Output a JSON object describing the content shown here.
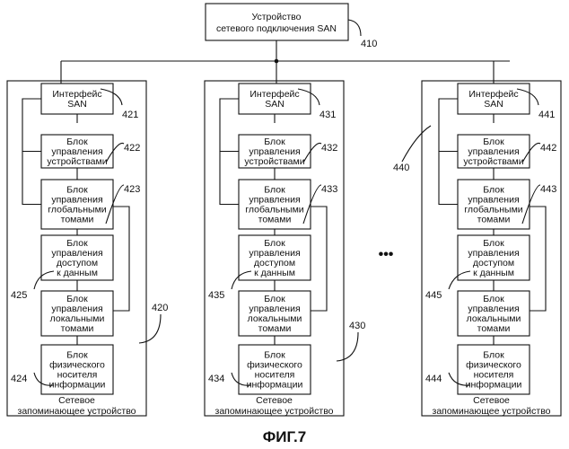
{
  "top_device": {
    "lines": [
      "Устройство",
      "сетевого подключения SAN"
    ],
    "ref": "410"
  },
  "columns": [
    {
      "outer_ref": "420",
      "footer_lines": [
        "Сетевое",
        "запоминающее устройство"
      ],
      "blocks": [
        {
          "lines": [
            "Интерфейс",
            "SAN"
          ],
          "ref": "421"
        },
        {
          "lines": [
            "Блок",
            "управления",
            "устройствами"
          ],
          "ref": "422"
        },
        {
          "lines": [
            "Блок",
            "управления",
            "глобальными",
            "томами"
          ],
          "ref": "423"
        },
        {
          "lines": [
            "Блок",
            "управления",
            "доступом",
            "к данным"
          ],
          "ref": "425"
        },
        {
          "lines": [
            "Блок",
            "управления",
            "локальными",
            "томами"
          ],
          "ref": ""
        },
        {
          "lines": [
            "Блок",
            "физического",
            "носителя",
            "информации"
          ],
          "ref": "424"
        }
      ]
    },
    {
      "outer_ref": "430",
      "footer_lines": [
        "Сетевое",
        "запоминающее устройство"
      ],
      "blocks": [
        {
          "lines": [
            "Интерфейс",
            "SAN"
          ],
          "ref": "431"
        },
        {
          "lines": [
            "Блок",
            "управления",
            "устройствами"
          ],
          "ref": "432"
        },
        {
          "lines": [
            "Блок",
            "управления",
            "глобальными",
            "томами"
          ],
          "ref": "433"
        },
        {
          "lines": [
            "Блок",
            "управления",
            "доступом",
            "к данным"
          ],
          "ref": "435"
        },
        {
          "lines": [
            "Блок",
            "управления",
            "локальными",
            "томами"
          ],
          "ref": ""
        },
        {
          "lines": [
            "Блок",
            "физического",
            "носителя",
            "информации"
          ],
          "ref": "434"
        }
      ]
    },
    {
      "outer_ref": "440",
      "footer_lines": [
        "Сетевое",
        "запоминающее устройство"
      ],
      "blocks": [
        {
          "lines": [
            "Интерфейс",
            "SAN"
          ],
          "ref": "441"
        },
        {
          "lines": [
            "Блок",
            "управления",
            "устройствами"
          ],
          "ref": "442"
        },
        {
          "lines": [
            "Блок",
            "управления",
            "глобальными",
            "томами"
          ],
          "ref": "443"
        },
        {
          "lines": [
            "Блок",
            "управления",
            "доступом",
            "к данным"
          ],
          "ref": "445"
        },
        {
          "lines": [
            "Блок",
            "управления",
            "локальными",
            "томами"
          ],
          "ref": ""
        },
        {
          "lines": [
            "Блок",
            "физического",
            "носителя",
            "информации"
          ],
          "ref": "444"
        }
      ]
    }
  ],
  "ellipsis": "•••",
  "figure_label": "ФИГ.7"
}
